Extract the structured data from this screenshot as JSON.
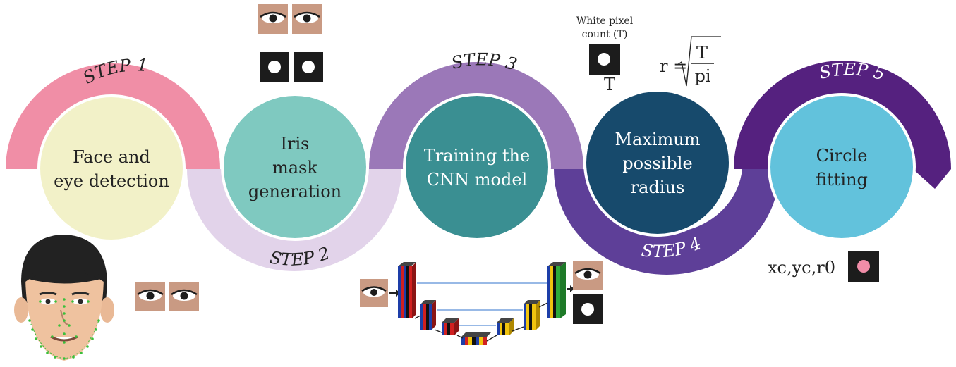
{
  "steps": [
    {
      "label": "STEP 1",
      "title": "Face and\neye detection",
      "ring_color": "#f08ea6",
      "fill_color": "#f2f1c8",
      "text_color": "#222222"
    },
    {
      "label": "STEP 2",
      "title": "Iris\nmask\ngeneration",
      "ring_color": "#e2d3ea",
      "fill_color": "#7fc9c0",
      "text_color": "#222222"
    },
    {
      "label": "STEP 3",
      "title": "Training the\nCNN model",
      "ring_color": "#9b78b8",
      "fill_color": "#3a8f92",
      "text_color": "#ffffff"
    },
    {
      "label": "STEP 4",
      "title": "Maximum\npossible\nradius",
      "ring_color": "#5e3f98",
      "fill_color": "#174a6c",
      "text_color": "#ffffff"
    },
    {
      "label": "STEP 5",
      "title": "Circle\nfitting",
      "ring_color": "#55217f",
      "fill_color": "#62c2dc",
      "text_color": "#222222"
    }
  ],
  "annotations": {
    "white_pixel_count": "White pixel\ncount (T)",
    "t_label": "T",
    "formula": {
      "r": "r =",
      "numerator": "T",
      "denominator": "pi"
    },
    "output": "xc,yc,r0"
  },
  "colors": {
    "skin": "#c99a83",
    "dark": "#1c1c1c",
    "face": "#efc29f",
    "hair": "#222222",
    "landmark": "#3bbf3b",
    "output_dot": "#f18da8"
  }
}
